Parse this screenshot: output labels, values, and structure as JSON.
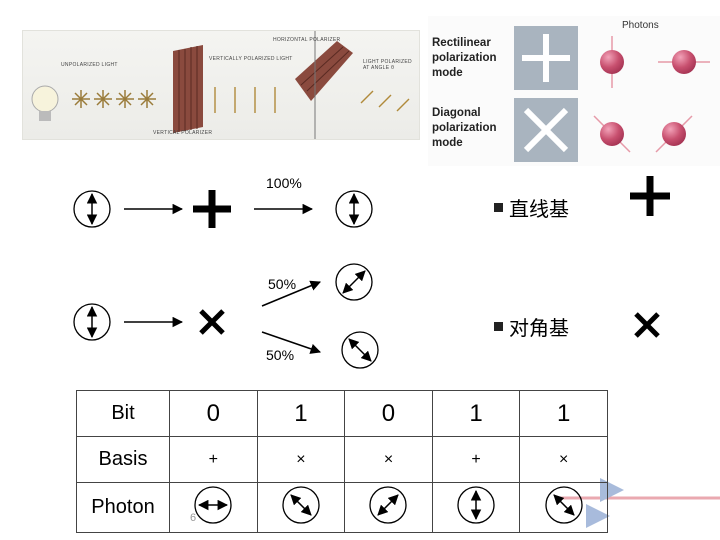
{
  "figure": {
    "photo_labels": [
      "UNPOLARIZED LIGHT",
      "VERTICALLY POLARIZED LIGHT",
      "LIGHT POLARIZED AT ANGLE θ",
      "VERTICAL POLARIZER",
      "HORIZONTAL POLARIZER"
    ],
    "rectilinear_label": "Rectilinear polarization mode",
    "diagonal_label": "Diagonal polarization mode",
    "photons_title": "Photons"
  },
  "diagram": {
    "percent_top": "100%",
    "percent_mid": "50%",
    "percent_bottom": "50%",
    "basis_rect_label": "直线基",
    "basis_diag_label": "对角基"
  },
  "table": {
    "row_headers": [
      "Bit",
      "Basis",
      "Photon"
    ],
    "bits": [
      "0",
      "1",
      "0",
      "1",
      "1"
    ],
    "bases": [
      "+",
      "×",
      "×",
      "+",
      "×"
    ],
    "photons": [
      "horizontal",
      "diagonal-down",
      "diagonal-up",
      "vertical",
      "diagonal-down"
    ]
  },
  "page_number": "6",
  "colors": {
    "accent": "#e8a0a8",
    "ball": "#c8506f"
  }
}
